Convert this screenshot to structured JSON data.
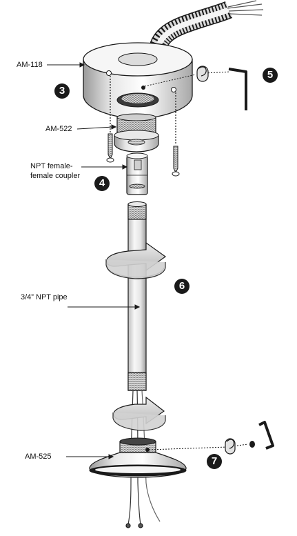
{
  "labels": {
    "am118": "AM-118",
    "am522": "AM-522",
    "coupler_line1": "NPT female-",
    "coupler_line2": "female coupler",
    "pipe": "3/4” NPT pipe",
    "am525": "AM-525"
  },
  "steps": {
    "s3": "3",
    "s4": "4",
    "s5": "5",
    "s6": "6",
    "s7": "7"
  },
  "colors": {
    "line": "#1a1a1a",
    "metal_light": "#f2f2f2",
    "metal_mid": "#cfcfcf",
    "metal_dark": "#8a8a8a",
    "arrow_fill": "#d4d4d4",
    "badge": "#1a1a1a"
  },
  "icons": {
    "rotate_arrow": "rotation-arrow-icon",
    "hex_key": "allen-wrench-icon",
    "set_screw": "set-screw-icon"
  }
}
